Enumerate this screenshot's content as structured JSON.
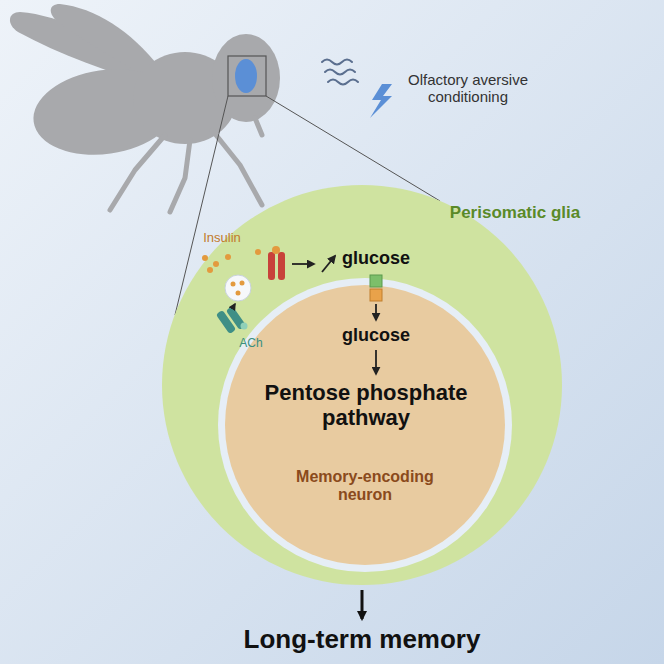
{
  "diagram": {
    "nodes": [
      {
        "text": [
          "Perisomatic glia"
        ]
      },
      {
        "text": [
          "Memory-encoding neuron"
        ],
        "in": 0
      }
    ],
    "labels": [
      "Olfactory aversive conditioning",
      "Insulin",
      "glucose",
      "ACh",
      "glucose",
      "Pentose phosphate pathway",
      "Long-term memory"
    ]
  }
}
